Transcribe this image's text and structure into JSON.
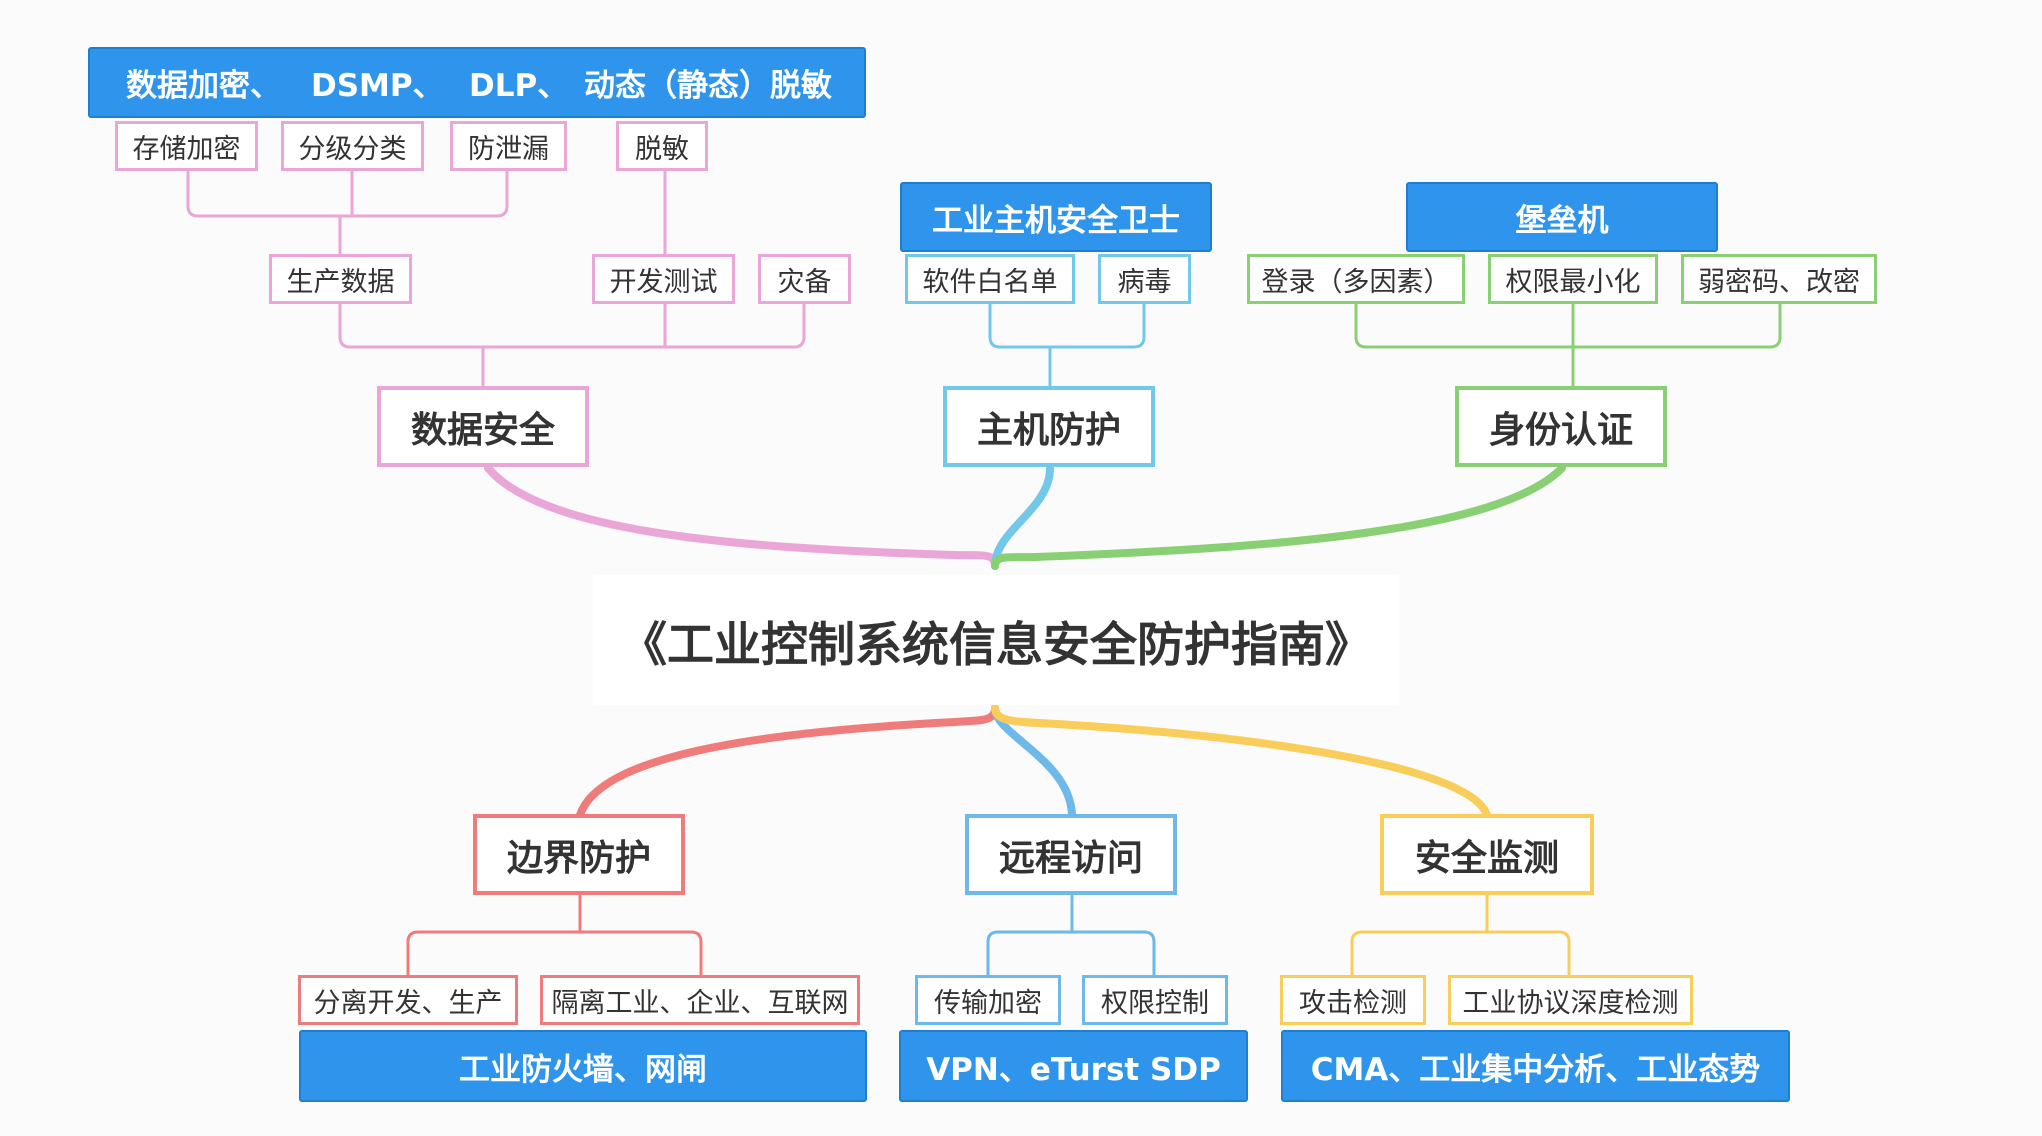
{
  "colors": {
    "data_security": "#eba6d8",
    "host_protection": "#72c8e8",
    "identity": "#89d074",
    "boundary": "#f07b7b",
    "remote_access": "#6db9ea",
    "monitoring": "#f9cd59",
    "banner": "#2f95ec"
  },
  "center": {
    "title": "《工业控制系统信息安全防护指南》"
  },
  "branches": {
    "data_security": {
      "label": "数据安全",
      "banner": {
        "parts": [
          "数据加密、",
          "DSMP、",
          "DLP、",
          "动态（静态）脱敏"
        ]
      },
      "production": {
        "label": "生产数据",
        "children": [
          "存储加密",
          "分级分类",
          "防泄漏"
        ]
      },
      "devtest": {
        "label": "开发测试",
        "children": [
          "脱敏"
        ]
      },
      "backup": {
        "label": "灾备"
      }
    },
    "host_protection": {
      "label": "主机防护",
      "banner": "工业主机安全卫士",
      "children": [
        "软件白名单",
        "病毒"
      ]
    },
    "identity": {
      "label": "身份认证",
      "banner": "堡垒机",
      "children": [
        "登录（多因素）",
        "权限最小化",
        "弱密码、改密"
      ]
    },
    "boundary": {
      "label": "边界防护",
      "children": [
        "分离开发、生产",
        "隔离工业、企业、互联网"
      ],
      "banner": "工业防火墙、网闸"
    },
    "remote_access": {
      "label": "远程访问",
      "children": [
        "传输加密",
        "权限控制"
      ],
      "banner": "VPN、eTurst SDP"
    },
    "monitoring": {
      "label": "安全监测",
      "children": [
        "攻击检测",
        "工业协议深度检测"
      ],
      "banner": "CMA、工业集中分析、工业态势"
    }
  }
}
